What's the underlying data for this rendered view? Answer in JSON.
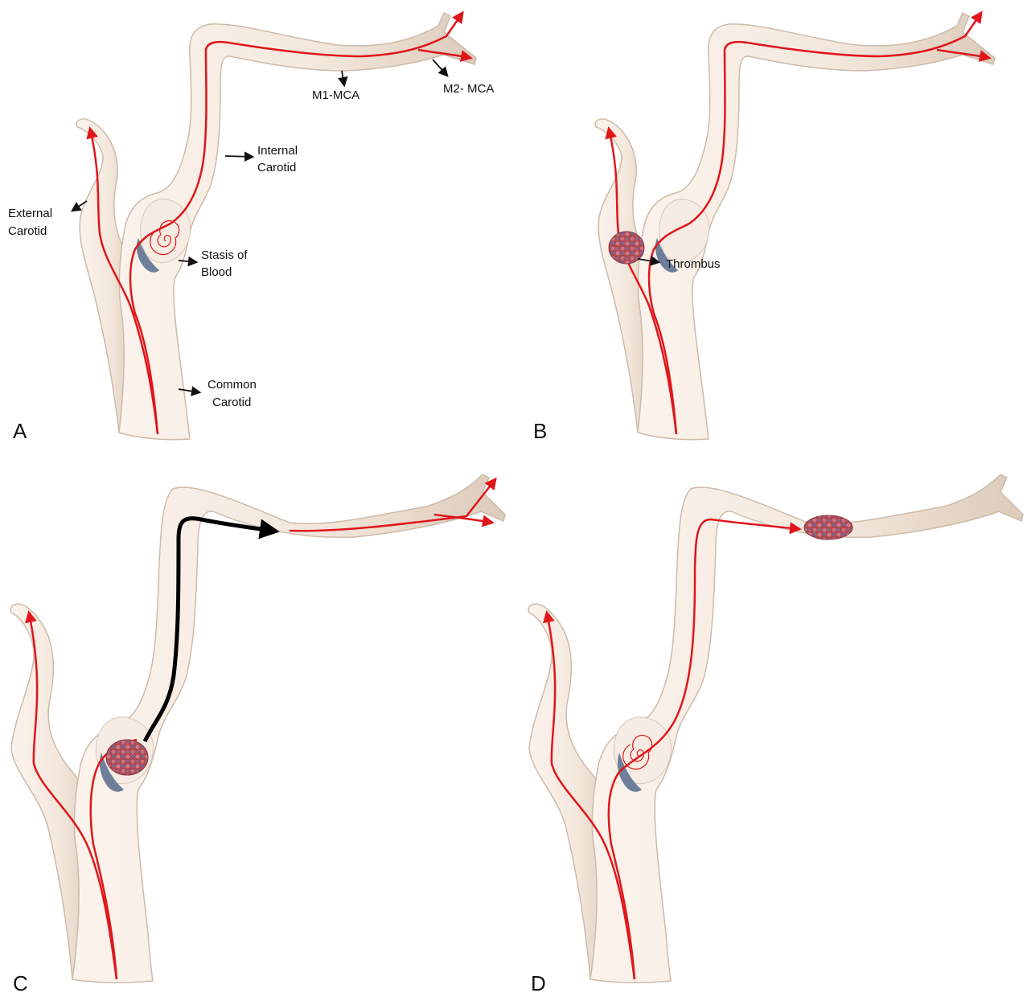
{
  "panels": {
    "a": {
      "letter": "A"
    },
    "b": {
      "letter": "B"
    },
    "c": {
      "letter": "C"
    },
    "d": {
      "letter": "D"
    }
  },
  "labels": {
    "m1_mca": "M1-MCA",
    "m2_mca": "M2- MCA",
    "internal_carotid": [
      "Internal",
      "Carotid"
    ],
    "external_carotid": [
      "External",
      "Carotid"
    ],
    "stasis_of_blood": [
      "Stasis of",
      "Blood"
    ],
    "common_carotid": [
      "Common",
      "Carotid"
    ],
    "thrombus": "Thrombus"
  },
  "colors": {
    "vessel_fill": "#f3e7dc",
    "vessel_edge": "#cdbba9",
    "flow_line": "#e0161b",
    "plaque": "#6d7f9a",
    "thrombus_cell": "#c8606a",
    "embolus_path": "#000000"
  }
}
